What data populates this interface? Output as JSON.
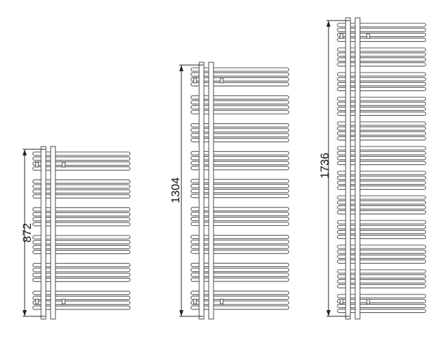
{
  "radiators": [
    {
      "height_label": "872",
      "bar_groups": 6,
      "bars_per_group": 4
    },
    {
      "height_label": "1304",
      "bar_groups": 9,
      "bars_per_group": 4
    },
    {
      "height_label": "1736",
      "bar_groups": 12,
      "bars_per_group": 4
    }
  ],
  "colors": {
    "line": "#555555",
    "dimension": "#222222",
    "fill": "#ffffff"
  }
}
